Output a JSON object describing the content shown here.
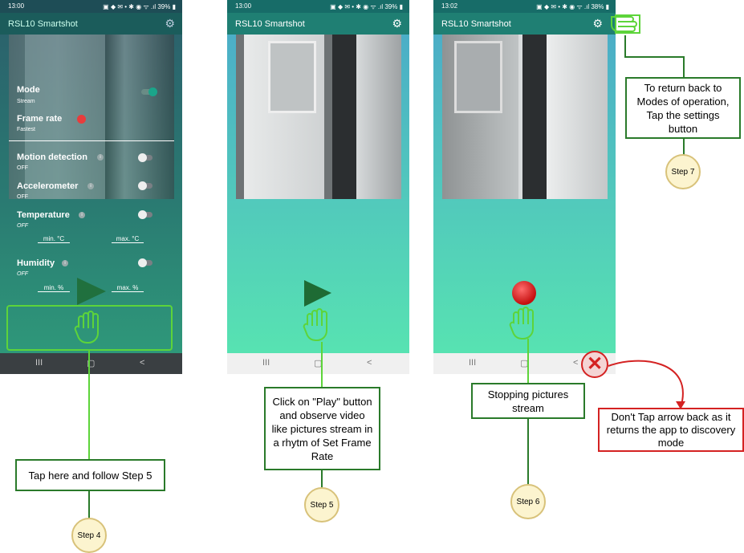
{
  "phones": [
    {
      "status_time": "13:00",
      "status_icons": "▣ ◆ ✉ •  ✱ ◉ ᯤ .ıl 39% ▮",
      "app_title": "RSL10 Smartshot",
      "settings": {
        "mode_label": "Mode",
        "mode_value": "Stream",
        "frame_rate_label": "Frame rate",
        "frame_rate_value": "Fastest",
        "motion_label": "Motion detection",
        "motion_value": "OFF",
        "accel_label": "Accelerometer",
        "accel_value": "OFF",
        "temp_label": "Temperature",
        "temp_value": "OFF",
        "temp_min": "min. °C",
        "temp_max": "max. °C",
        "humidity_label": "Humidity",
        "humidity_value": "OFF",
        "humidity_min": "min. %",
        "humidity_max": "max. %"
      },
      "nav": {
        "recent": "III",
        "home": "▢",
        "back": "<"
      }
    },
    {
      "status_time": "13:00",
      "status_icons": "▣ ◆ ✉ •  ✱ ◉ ᯤ .ıl 39% ▮",
      "app_title": "RSL10 Smartshot",
      "nav": {
        "recent": "III",
        "home": "▢",
        "back": "<"
      }
    },
    {
      "status_time": "13:02",
      "status_icons": "▣ ◆ ✉ •  ✱ ◉ ᯤ .ıl 38% ▮",
      "app_title": "RSL10 Smartshot",
      "nav": {
        "recent": "III",
        "home": "▢",
        "back": "<"
      }
    }
  ],
  "annotations": {
    "step4_box": "Tap here and follow Step 5",
    "step4_circle": "Step 4",
    "step5_box": "Click on \"Play\" button and observe video like pictures stream in a rhytm of Set Frame Rate",
    "step5_circle": "Step 5",
    "step6_box": "Stopping pictures stream",
    "step6_circle": "Step 6",
    "step7_box": "To return back to Modes of operation, Tap the settings button",
    "step7_circle": "Step 7",
    "warning_box": "Don't Tap arrow back as it returns the app to discovery mode"
  },
  "colors": {
    "appbar": "#1f7f73",
    "gradient_top": "#4aa8c9",
    "gradient_bottom": "#58e6b0",
    "settings_bg_top": "#2f6f7d",
    "settings_bg_bottom": "#2c8f7c",
    "hand_green": "#5dd43a",
    "box_green": "#2a7a2a",
    "warning_red": "#d42222",
    "step_circle_fill": "#fcf4cf",
    "navbar": "#f0f0f0",
    "navbar_dark": "#3a3f42"
  }
}
